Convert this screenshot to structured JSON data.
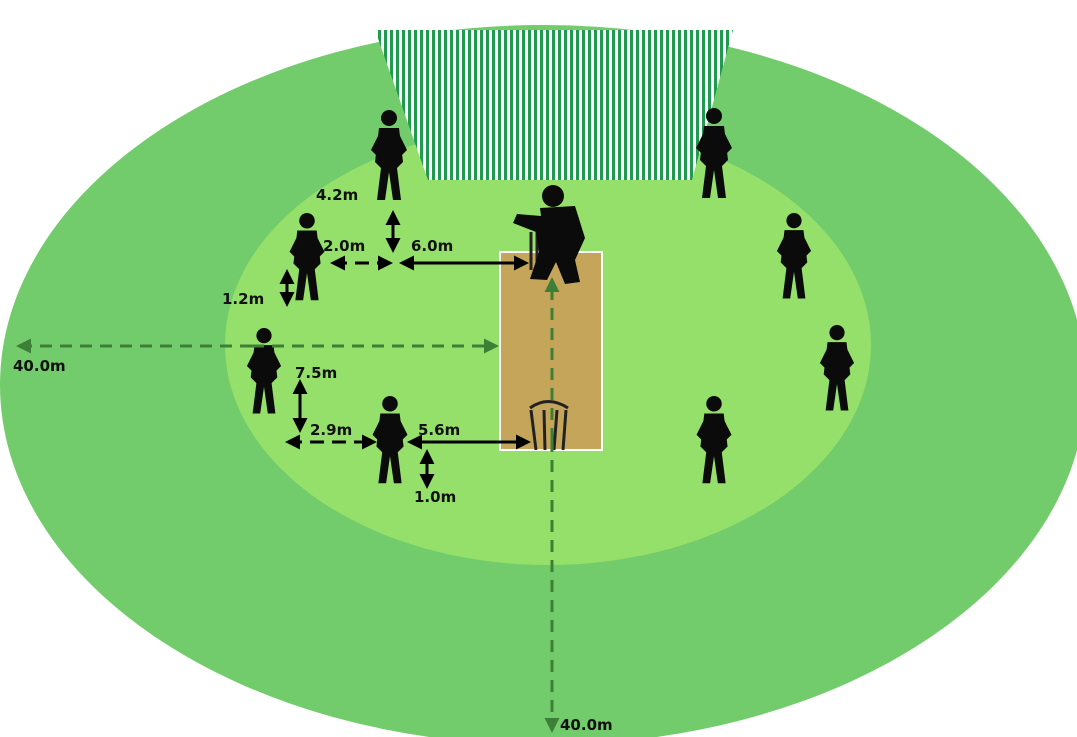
{
  "diagram": {
    "field_colors": {
      "outfield": "#73cc6b",
      "infield": "#95e06a",
      "pitch": "#c4a55a",
      "pitch_border": "#ffffff",
      "stripe_green": "#1f9b4f",
      "player": "#0b0b0b",
      "dark_arrow": "#3e7f38",
      "black_arrow": "#000000"
    },
    "measurements": {
      "m1": "4.2m",
      "m2": "2.0m",
      "m3": "6.0m",
      "m4": "1.2m",
      "m5": "40.0m",
      "m6": "7.5m",
      "m7": "2.9m",
      "m8": "5.6m",
      "m9": "1.0m",
      "m10": "40.0m"
    }
  }
}
